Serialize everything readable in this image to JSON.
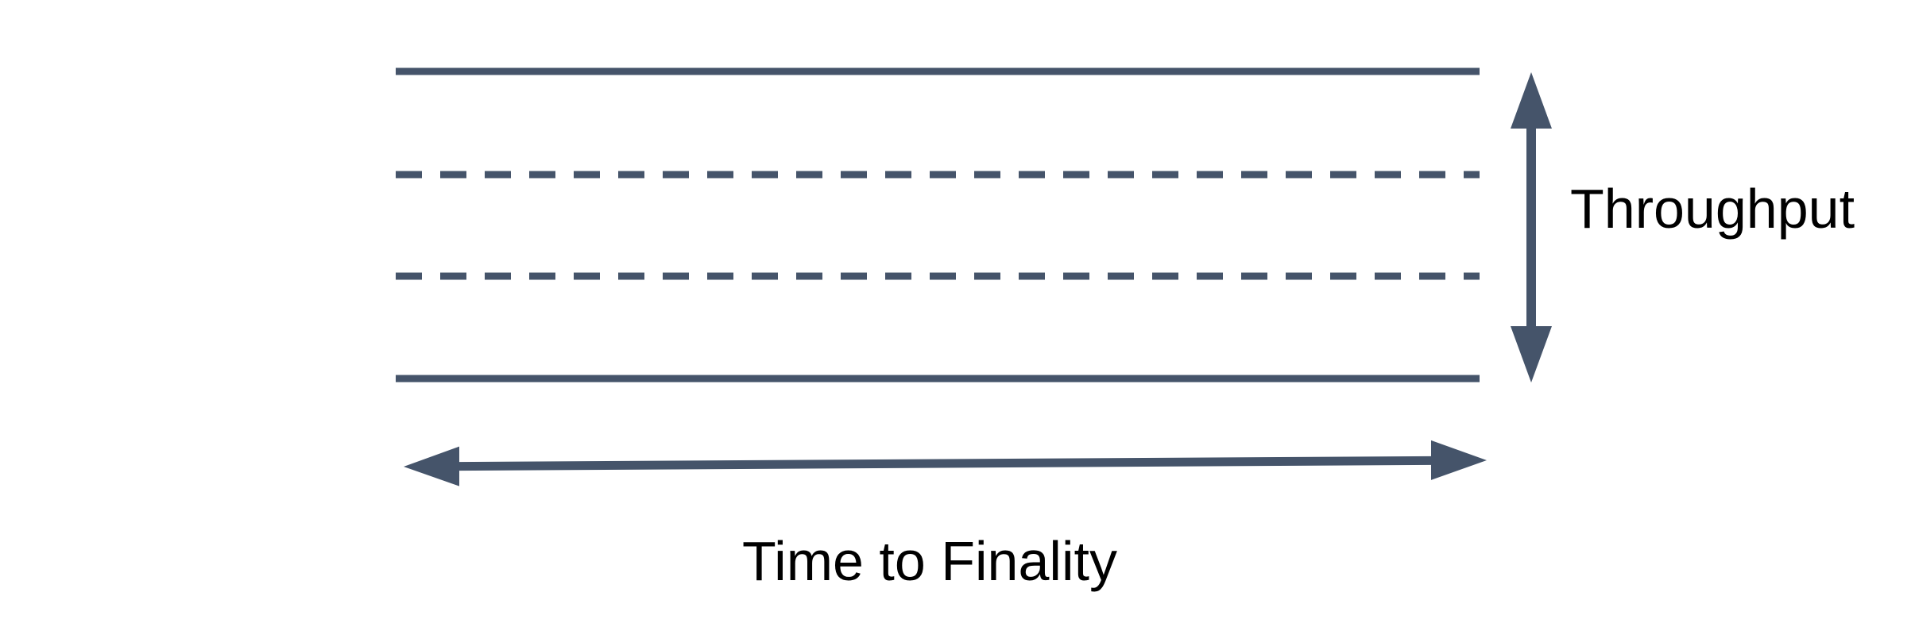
{
  "diagram": {
    "background_color": "#FFFFFF",
    "shape_color": "#45546A",
    "text_color": "#000000",
    "labels": {
      "throughput": "Throughput",
      "time_to_finality": "Time to Finality"
    },
    "band": {
      "lines": [
        {
          "position": "top-boundary",
          "style": "solid"
        },
        {
          "position": "inner-divider-1",
          "style": "dashed",
          "dasharray": "33 23"
        },
        {
          "position": "inner-divider-2",
          "style": "dashed",
          "dasharray": "33 23"
        },
        {
          "position": "bottom-boundary",
          "style": "solid"
        }
      ]
    },
    "arrows": [
      {
        "id": "throughput-axis",
        "orientation": "vertical",
        "double_headed": true,
        "label": "Throughput"
      },
      {
        "id": "time-to-finality-axis",
        "orientation": "horizontal",
        "double_headed": true,
        "label": "Time to Finality"
      }
    ]
  }
}
